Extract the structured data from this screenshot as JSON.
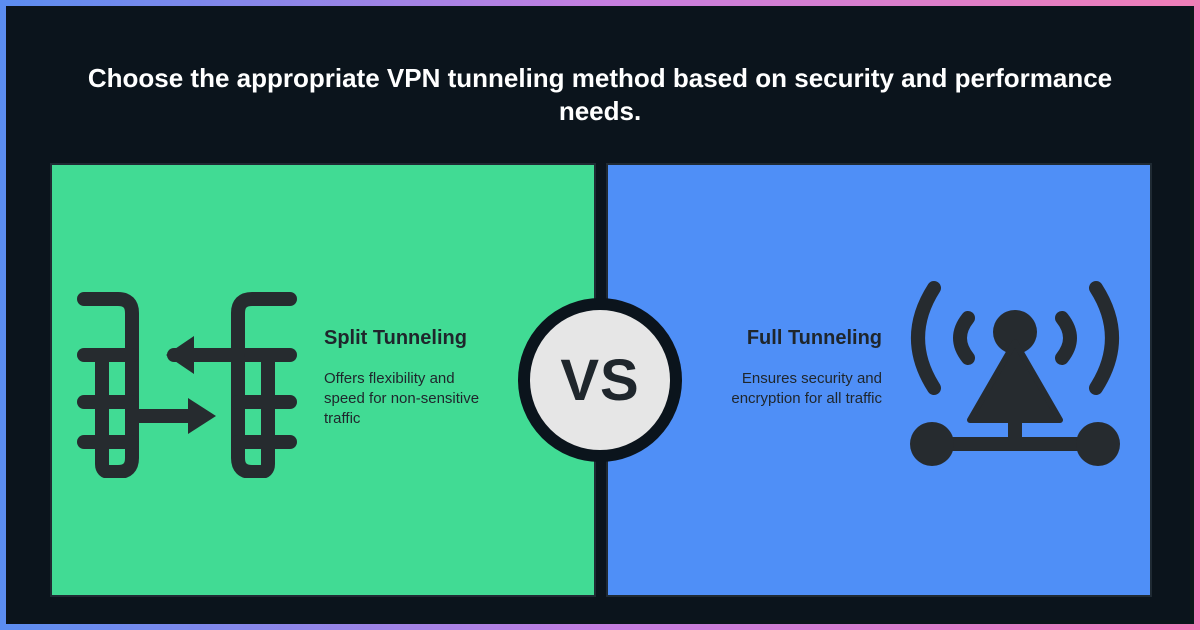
{
  "title": "Choose the appropriate VPN tunneling method based on security and performance needs.",
  "left_option": {
    "heading": "Split Tunneling",
    "description": "Offers flexibility and speed for non-sensitive traffic",
    "icon": "split-arrows-icon",
    "color": "#41db94"
  },
  "right_option": {
    "heading": "Full Tunneling",
    "description": "Ensures security and encryption for all traffic",
    "icon": "antenna-network-icon",
    "color": "#4f8ff7"
  },
  "versus_label": "VS",
  "colors": {
    "background": "#0b141c",
    "icon": "#262b2f",
    "badge": "#e6e6e6",
    "frame_gradient": [
      "#5b8df0",
      "#c57fe0",
      "#f07fb8"
    ]
  }
}
